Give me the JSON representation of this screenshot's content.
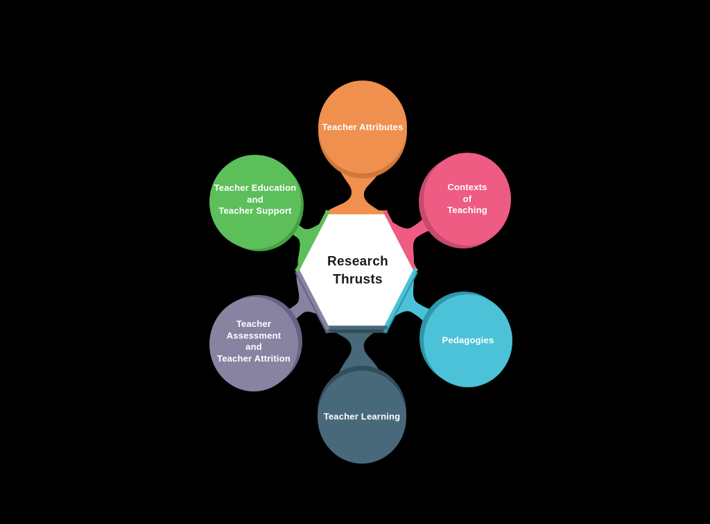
{
  "background": "#000000",
  "label_color": "#ffffff",
  "center": {
    "label": "Research Thrusts",
    "lines": [
      "Research",
      "Thrusts"
    ],
    "fill": "#ffffff",
    "bevel": "#c6cacd",
    "text_color": "#1a1a1a"
  },
  "nodes": [
    {
      "id": "teacher-attributes",
      "position": "top",
      "label": "Teacher Attributes",
      "lines": [
        "Teacher Attributes"
      ],
      "color": "#F0904E",
      "shadow_color": "#D0773B"
    },
    {
      "id": "contexts-of-teaching",
      "position": "top-right",
      "label": "Contexts of Teaching",
      "lines": [
        "Contexts",
        "of",
        "Teaching"
      ],
      "color": "#EE5B83",
      "shadow_color": "#C74B6E"
    },
    {
      "id": "pedagogies",
      "position": "bottom-right",
      "label": "Pedagogies",
      "lines": [
        "Pedagogies"
      ],
      "color": "#4BC2D8",
      "shadow_color": "#2F97AC"
    },
    {
      "id": "teacher-learning",
      "position": "bottom",
      "label": "Teacher Learning",
      "lines": [
        "Teacher Learning"
      ],
      "color": "#47697A",
      "shadow_color": "#324E5B"
    },
    {
      "id": "teacher-assessment-and-teacher-attrition",
      "position": "bottom-left",
      "label": "Teacher Assessment and Teacher Attrition",
      "lines": [
        "Teacher",
        "Assessment",
        "and",
        "Teacher Attrition"
      ],
      "color": "#8783A1",
      "shadow_color": "#676384"
    },
    {
      "id": "teacher-education-and-teacher-support",
      "position": "top-left",
      "label": "Teacher Education and Teacher Support",
      "lines": [
        "Teacher Education",
        "and",
        "Teacher Support"
      ],
      "color": "#5DBF5A",
      "shadow_color": "#45A143"
    }
  ]
}
